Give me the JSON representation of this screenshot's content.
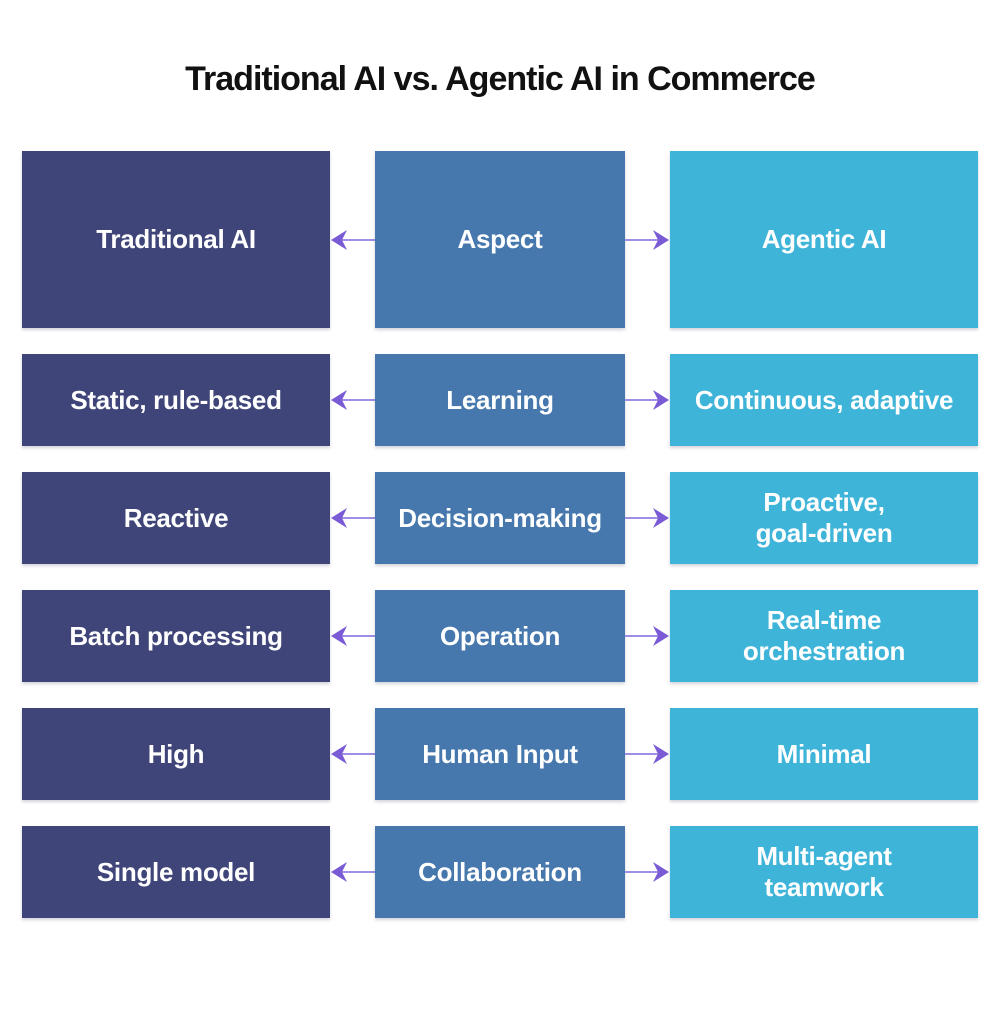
{
  "title": "Traditional AI vs. Agentic AI in Commerce",
  "colors": {
    "background": "#ffffff",
    "title_text": "#111111",
    "box_text": "#ffffff",
    "traditional": "#3f4579",
    "aspect": "#4678ad",
    "agentic": "#3fb4d9",
    "arrow_line": "#a08de6",
    "arrow_head": "#7a5ad5"
  },
  "rows": [
    {
      "traditional": "Traditional AI",
      "aspect": "Aspect",
      "agentic": "Agentic AI"
    },
    {
      "traditional": "Static, rule-based",
      "aspect": "Learning",
      "agentic": "Continuous, adaptive"
    },
    {
      "traditional": "Reactive",
      "aspect": "Decision-making",
      "agentic": "Proactive,\ngoal-driven"
    },
    {
      "traditional": "Batch processing",
      "aspect": "Operation",
      "agentic": "Real-time\norchestration"
    },
    {
      "traditional": "High",
      "aspect": "Human Input",
      "agentic": "Minimal"
    },
    {
      "traditional": "Single model",
      "aspect": "Collaboration",
      "agentic": "Multi-agent\nteamwork"
    }
  ]
}
